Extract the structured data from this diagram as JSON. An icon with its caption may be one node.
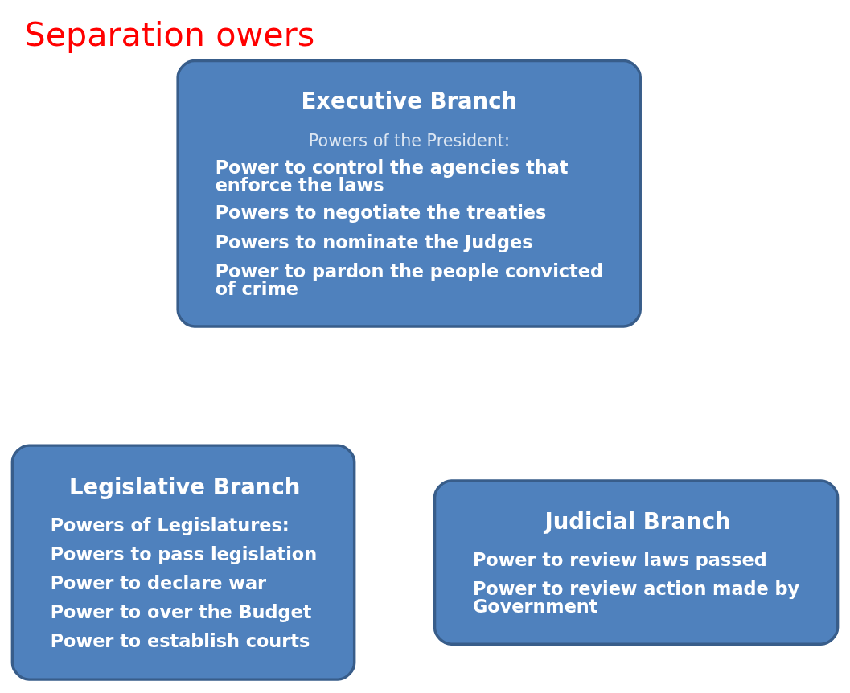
{
  "diagram": {
    "title": "Separation owers",
    "nodes": [
      {
        "text": [
          "Executive Branch",
          "Powers of the President:",
          "Power to control the agencies that enforce the laws",
          "Powers to negotiate the treaties",
          "Powers to nominate the Judges",
          "Power to pardon the people convicted of crime"
        ]
      },
      {
        "text": [
          "Legislative Branch",
          "Powers of Legislatures:",
          "Powers to pass legislation",
          "Power to declare war",
          "Power to over the Budget",
          "Power to establish courts"
        ]
      },
      {
        "text": [
          "Judicial Branch",
          "Power to review laws passed",
          "Power to review action made by Government"
        ]
      }
    ],
    "edges": []
  }
}
